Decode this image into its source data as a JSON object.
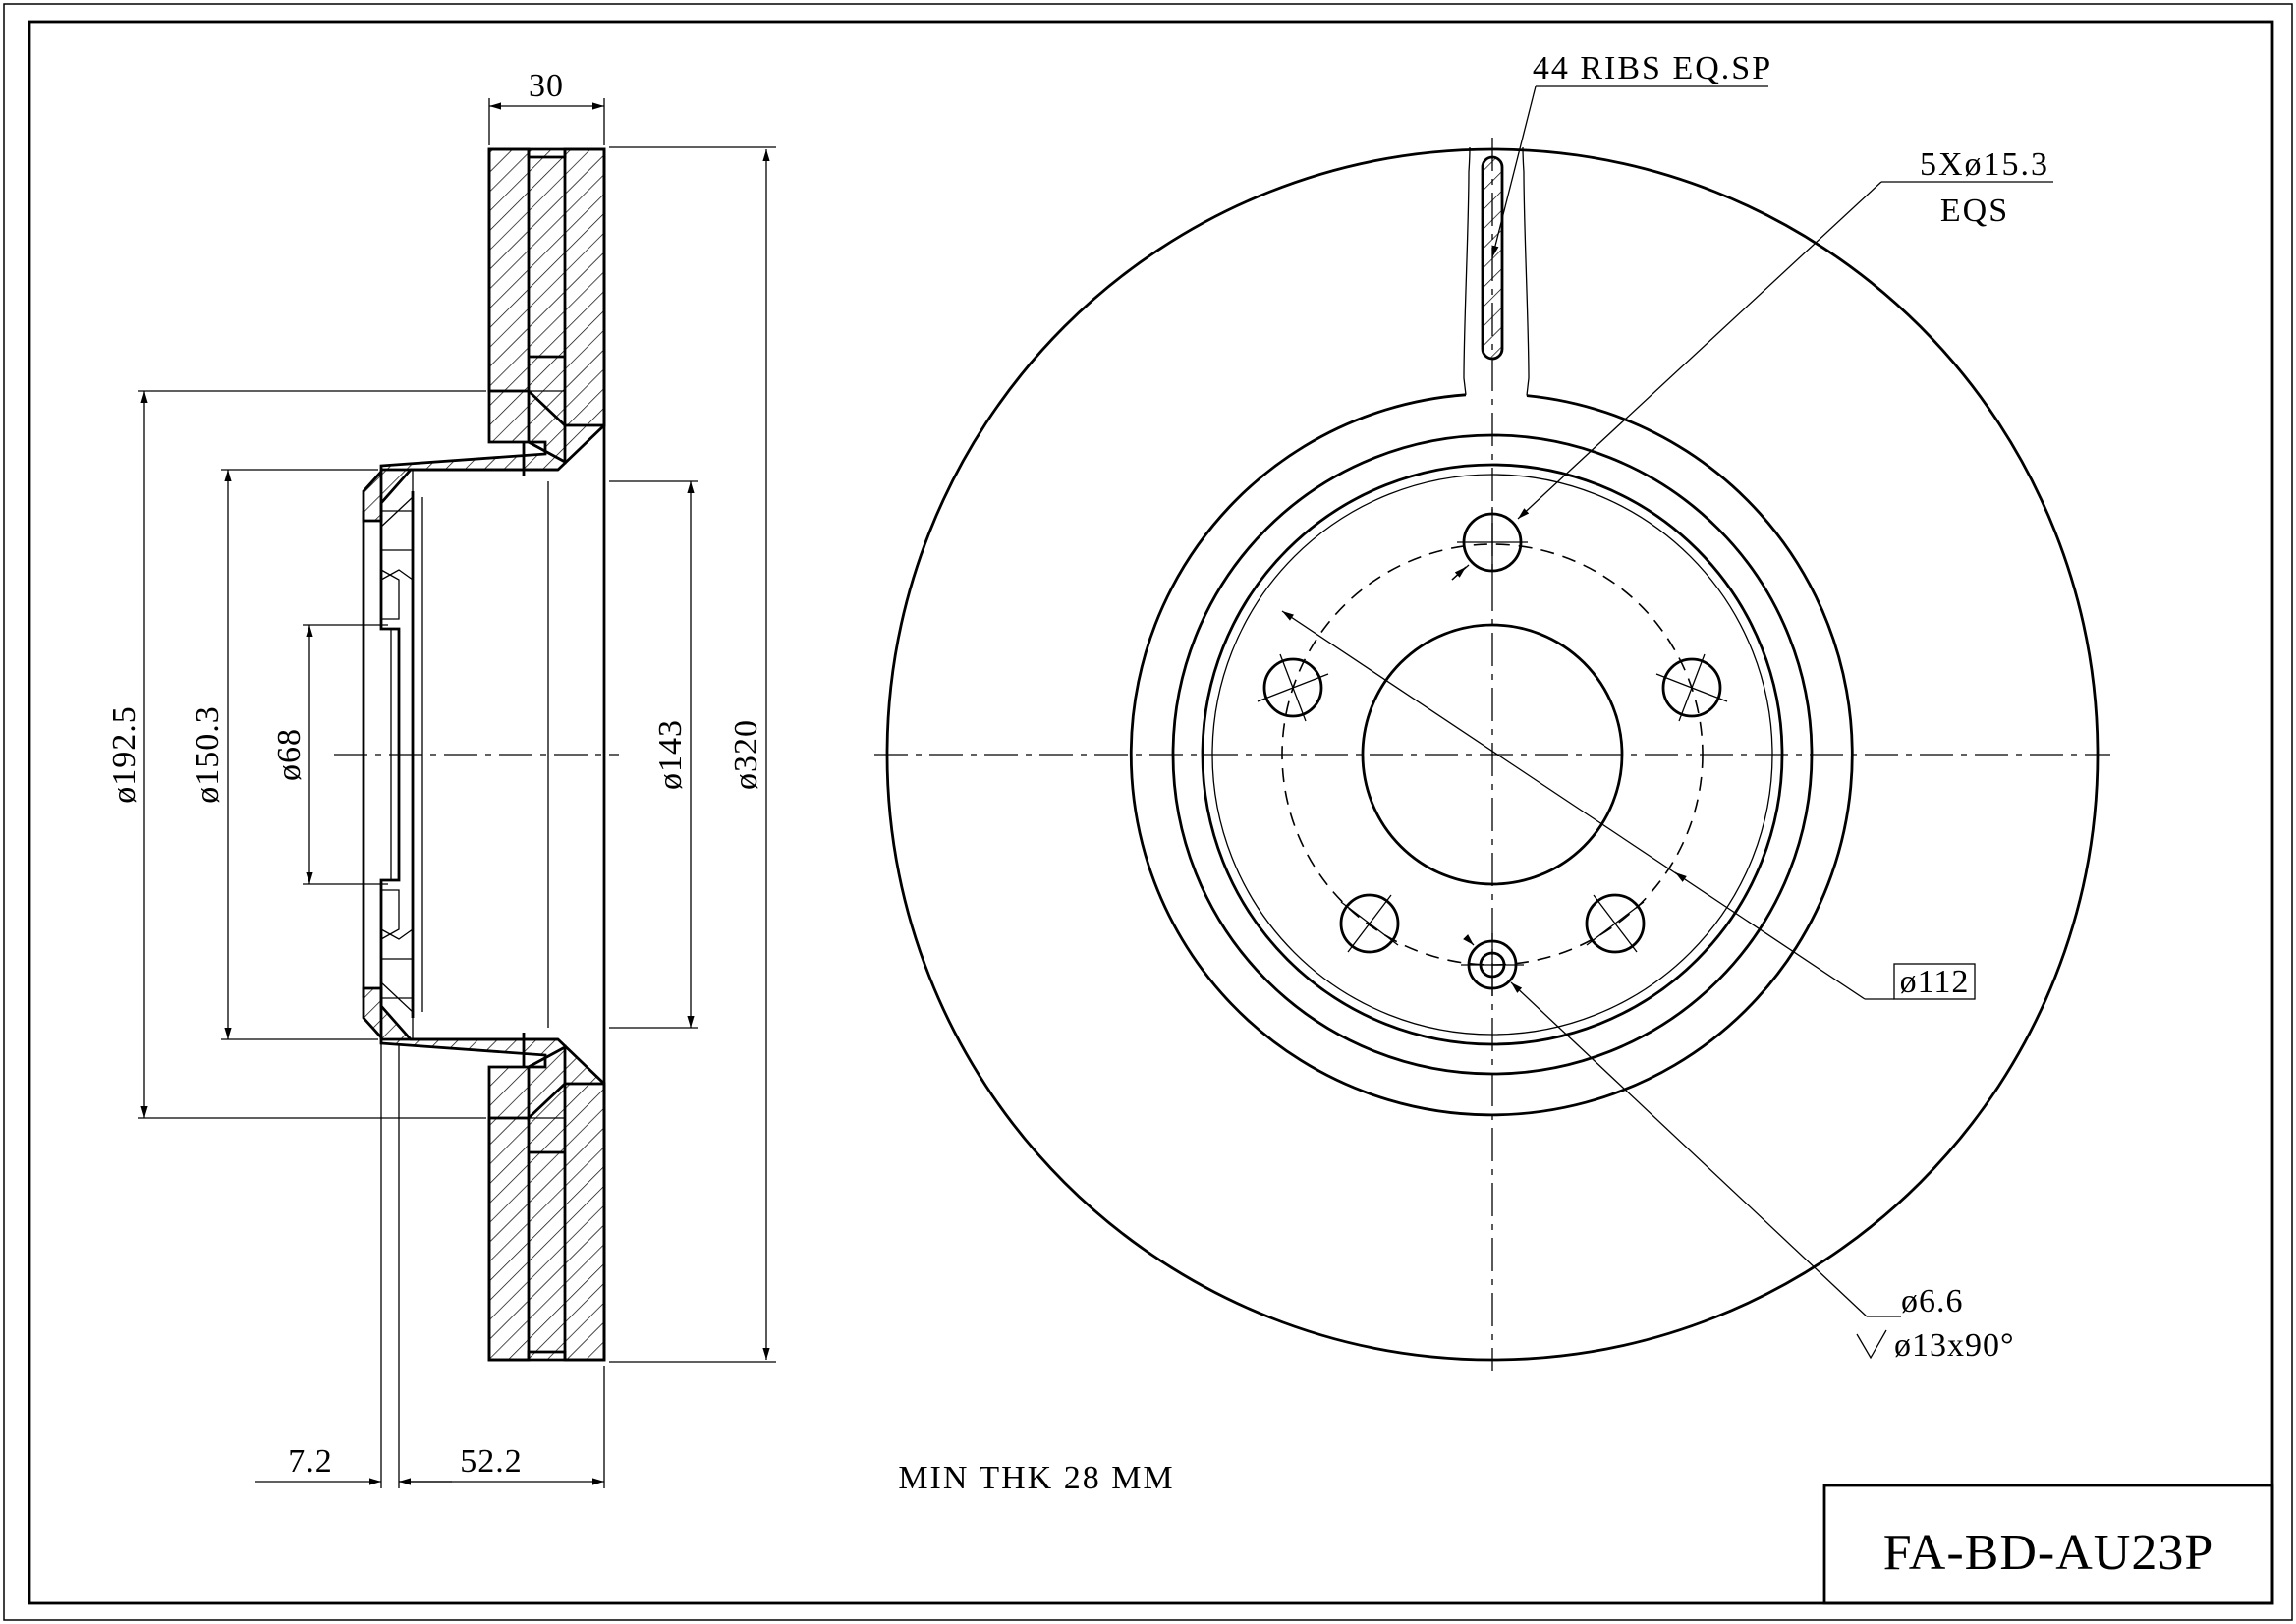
{
  "drawing": {
    "part_number": "FA-BD-AU23P",
    "min_thickness_note": "MIN THK 28 MM",
    "section_view": {
      "width_dim": "30",
      "dia_outer_dim": "ø320",
      "dia_hat_dim": "ø143",
      "dia_192_dim": "ø192.5",
      "dia_150_dim": "ø150.3",
      "dia_68_dim": "ø68",
      "offset_dim": "7.2",
      "height_dim": "52.2"
    },
    "front_view": {
      "ribs_note": "44 RIBS EQ.SP",
      "bolt_holes_note": "5Xø15.3",
      "bolt_holes_note2": "EQS",
      "pcd_dim": "ø112",
      "small_hole_dim": "ø6.6",
      "countersink_dim": "ø13x90°"
    }
  },
  "colors": {
    "line": "#000000",
    "background": "#ffffff"
  }
}
